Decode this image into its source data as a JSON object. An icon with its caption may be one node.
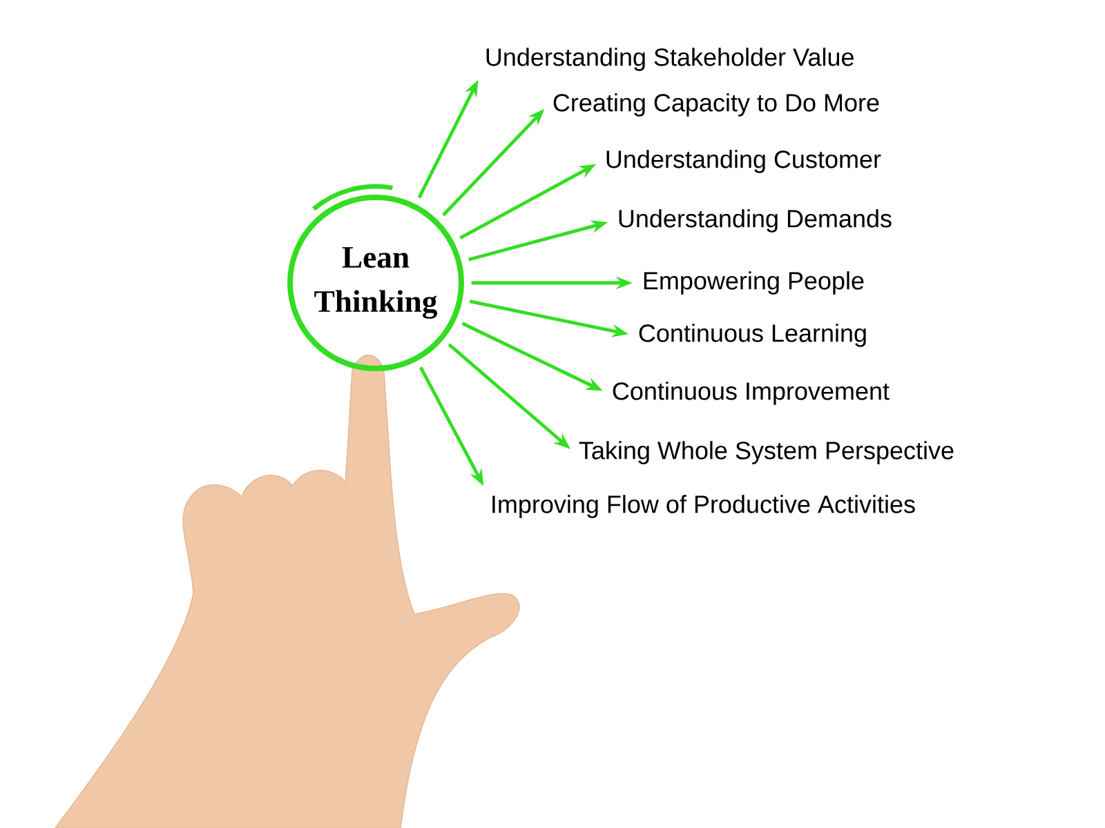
{
  "diagram": {
    "nodes": [
      {
        "text": [
          "Lean Thinking"
        ]
      },
      {
        "text": [
          "Understanding Stakeholder Value"
        ]
      },
      {
        "text": [
          "Creating Capacity to Do More"
        ]
      },
      {
        "text": [
          "Understanding Customer"
        ]
      },
      {
        "text": [
          "Understanding Demands"
        ]
      },
      {
        "text": [
          "Empowering People"
        ]
      },
      {
        "text": [
          "Continuous Learning"
        ]
      },
      {
        "text": [
          "Continuous Improvement"
        ]
      },
      {
        "text": [
          "Taking Whole System Perspective"
        ]
      },
      {
        "text": [
          "Improving Flow of Productive Activities"
        ]
      }
    ],
    "edges": [
      {
        "from": 0,
        "to": 1,
        "arrow": "to"
      },
      {
        "from": 0,
        "to": 2,
        "arrow": "to"
      },
      {
        "from": 0,
        "to": 3,
        "arrow": "to"
      },
      {
        "from": 0,
        "to": 4,
        "arrow": "to"
      },
      {
        "from": 0,
        "to": 5,
        "arrow": "to"
      },
      {
        "from": 0,
        "to": 6,
        "arrow": "to"
      },
      {
        "from": 0,
        "to": 7,
        "arrow": "to"
      },
      {
        "from": 0,
        "to": 8,
        "arrow": "to"
      },
      {
        "from": 0,
        "to": 9,
        "arrow": "to"
      }
    ]
  }
}
